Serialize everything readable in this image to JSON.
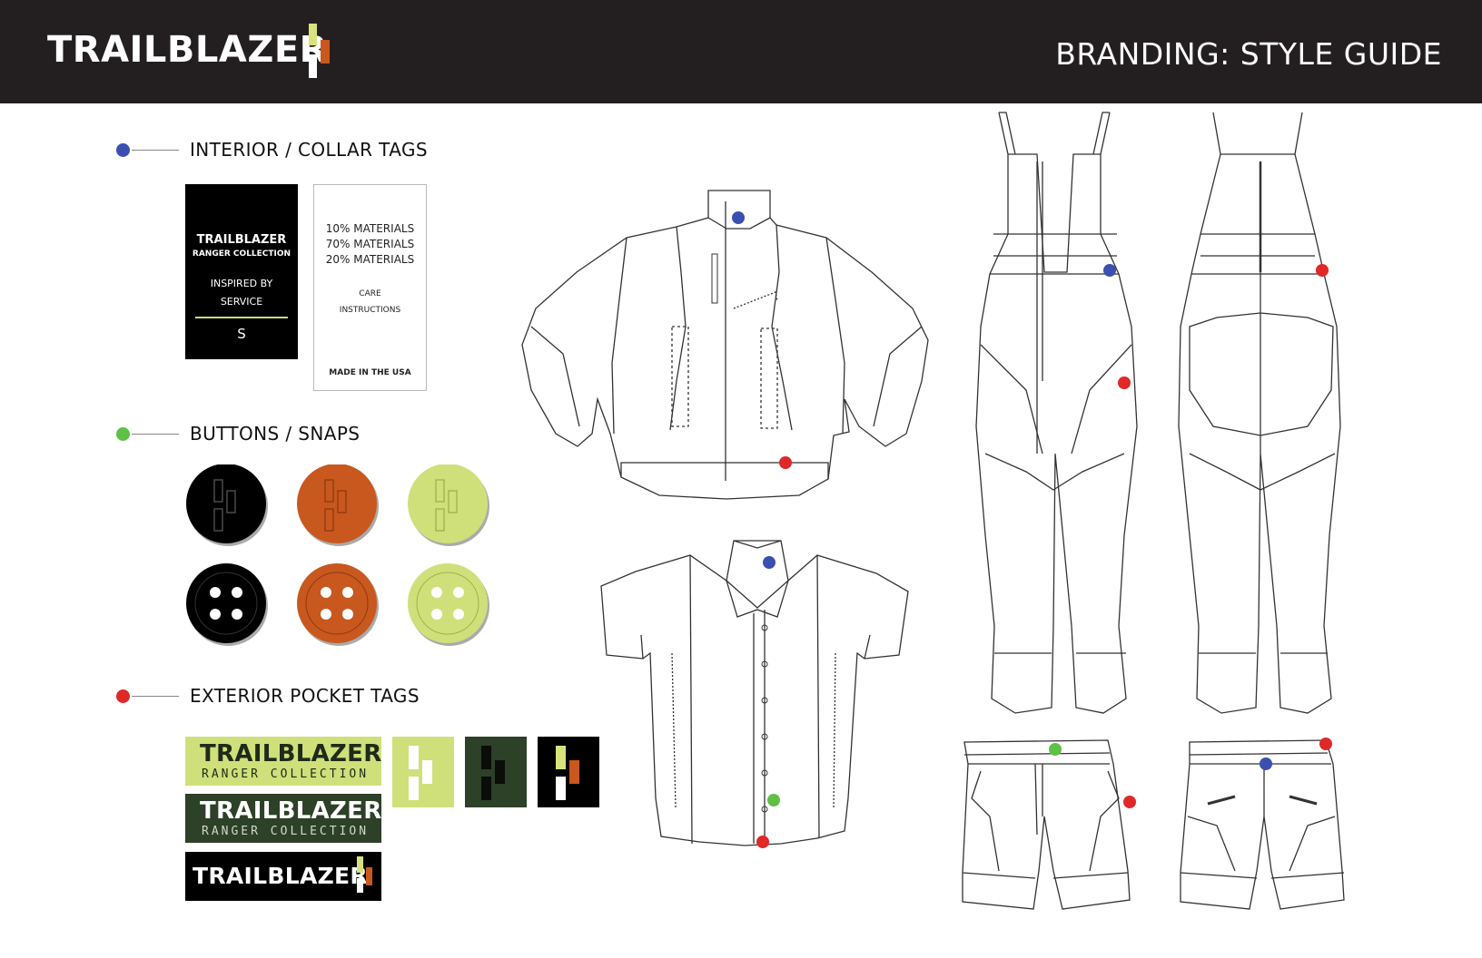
{
  "header": {
    "brand": "TRAILBLAZER",
    "title": "BRANDING: STYLE GUIDE"
  },
  "colors": {
    "header_bg": "#231f20",
    "black": "#000000",
    "rust": "#c8581e",
    "lime": "#cfe07a",
    "dark_green": "#2d4028",
    "legend_blue": "#3a4fb0",
    "legend_green": "#5ec046",
    "legend_red": "#e02828"
  },
  "legend": [
    {
      "label": "INTERIOR / COLLAR TAGS",
      "color": "#3a4fb0"
    },
    {
      "label": "BUTTONS / SNAPS",
      "color": "#5ec046"
    },
    {
      "label": "EXTERIOR POCKET TAGS",
      "color": "#e02828"
    }
  ],
  "collar_tag_black": {
    "brand": "TRAILBLAZER",
    "collection": "RANGER COLLECTION",
    "line1": "INSPIRED BY",
    "line2": "SERVICE",
    "size": "S"
  },
  "collar_tag_white": {
    "materials": [
      "10% MATERIALS",
      "70% MATERIALS",
      "20% MATERIALS"
    ],
    "care1": "CARE",
    "care2": "INSTRUCTIONS",
    "made": "MADE IN THE USA"
  },
  "buttons": {
    "colors": [
      "#000000",
      "#c8581e",
      "#cfe07a"
    ],
    "rows": [
      "logo",
      "four-hole"
    ]
  },
  "pocket_tags": [
    {
      "brand": "TRAILBLAZER",
      "sub": "RANGER COLLECTION",
      "bg": "#cfe07a",
      "fg": "#1f2a1a"
    },
    {
      "brand": "TRAILBLAZER",
      "sub": "RANGER COLLECTION",
      "bg": "#2d4028",
      "fg": "#ffffff"
    },
    {
      "brand": "TRAILBLAZER",
      "bg": "#000000",
      "fg": "#ffffff"
    }
  ],
  "icon_tags": [
    "lime",
    "dark-green",
    "black"
  ],
  "garments": [
    "jacket",
    "overalls-front",
    "overalls-back",
    "shirt",
    "shorts-front",
    "shorts-back"
  ]
}
